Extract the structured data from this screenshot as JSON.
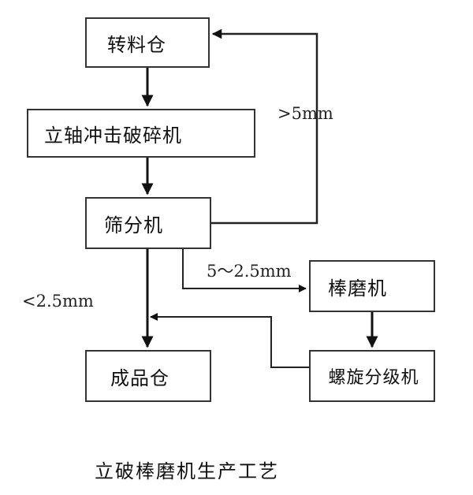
{
  "nodes": {
    "transfer_bin": "转料仓",
    "vertical_shaft_impact_crusher": "立轴冲击破碎机",
    "screening_machine": "筛分机",
    "rod_mill": "棒磨机",
    "product_bin": "成品仓",
    "spiral_classifier": "螺旋分级机"
  },
  "edge_labels": {
    "oversize_return": ">5mm",
    "middle_fraction": "5～2.5mm",
    "undersize": "<2.5mm"
  },
  "caption": "立破棒磨机生产工艺"
}
